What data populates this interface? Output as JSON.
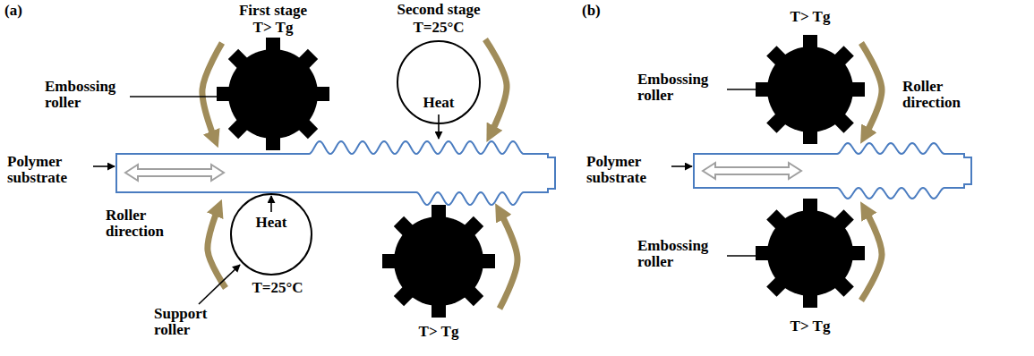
{
  "diagram": {
    "labels": [
      "(a)",
      "First stage",
      "T> Tg",
      "Second stage",
      "T=25°C",
      "Embossing roller",
      "Heat",
      "Polymer substrate",
      "Heat",
      "Roller direction",
      "Support roller",
      "T=25°C",
      "T> Tg",
      "(b)",
      "T> Tg",
      "Embossing roller",
      "Roller direction",
      "Polymer substrate",
      "Embossing roller",
      "T> Tg"
    ]
  }
}
